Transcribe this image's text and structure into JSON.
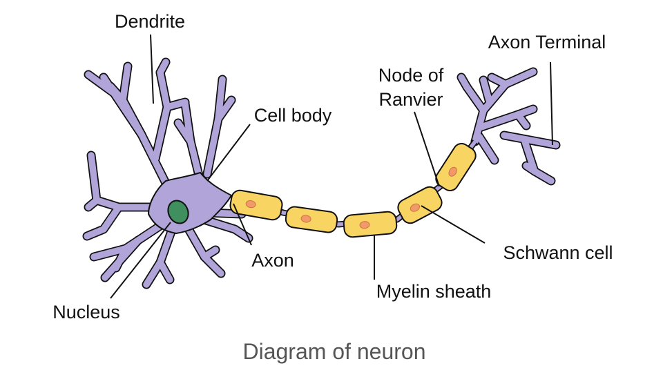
{
  "labels": {
    "dendrite": "Dendrite",
    "axon_terminal": "Axon Terminal",
    "node_of_ranvier_1": "Node of",
    "node_of_ranvier_2": "Ranvier",
    "cell_body": "Cell body",
    "axon": "Axon",
    "myelin_sheath": "Myelin sheath",
    "schwann_cell": "Schwann cell",
    "nucleus": "Nucleus"
  },
  "caption": "Diagram of neuron",
  "colors": {
    "neuron": "#b0a4d8",
    "myelin": "#f8d462",
    "schwann_nucleus": "#f09a6a",
    "nucleus": "#3f8f5f"
  }
}
